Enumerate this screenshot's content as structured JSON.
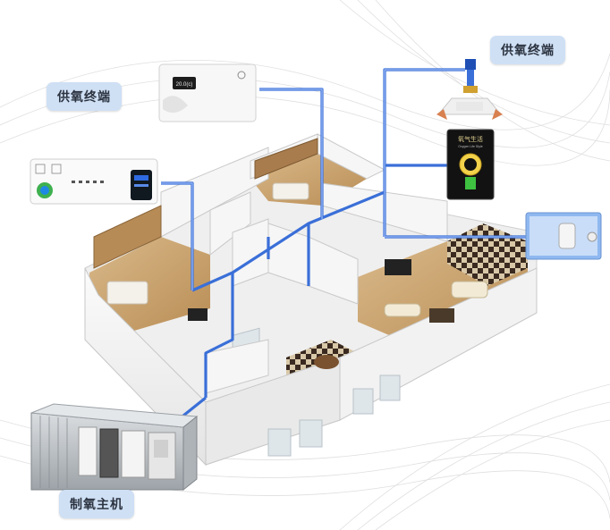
{
  "labels": {
    "terminal_left": "供氧终端",
    "terminal_right": "供氧终端",
    "host": "制氧主机"
  },
  "devices": {
    "wall_panel_display": "20.0(c)",
    "oxygen_panel_title": "氧气生活",
    "oxygen_panel_subtitle": "Oxygen Life Style"
  },
  "colors": {
    "pipe": "#3a6fd8",
    "label_bg": "#cfe0f5",
    "label_text": "#2c3340"
  }
}
